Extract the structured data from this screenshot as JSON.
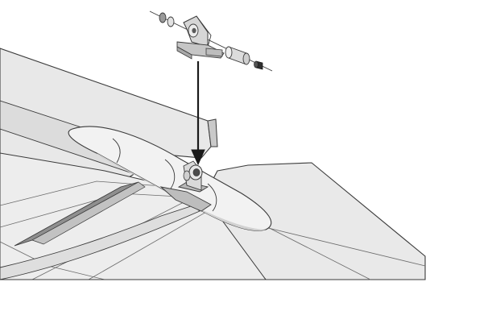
{
  "colors": {
    "background": "#ffffff",
    "outline": "#3a3a3a",
    "surface_light": "#e9e9e9",
    "surface_mid": "#d4d4d4",
    "surface_dark": "#9a9a9a",
    "arrow": "#1a1a1a"
  },
  "parts": [
    "wing",
    "fuselage-pod",
    "hinge-bracket",
    "exploded-hinge-assembly",
    "installation-arrow"
  ]
}
